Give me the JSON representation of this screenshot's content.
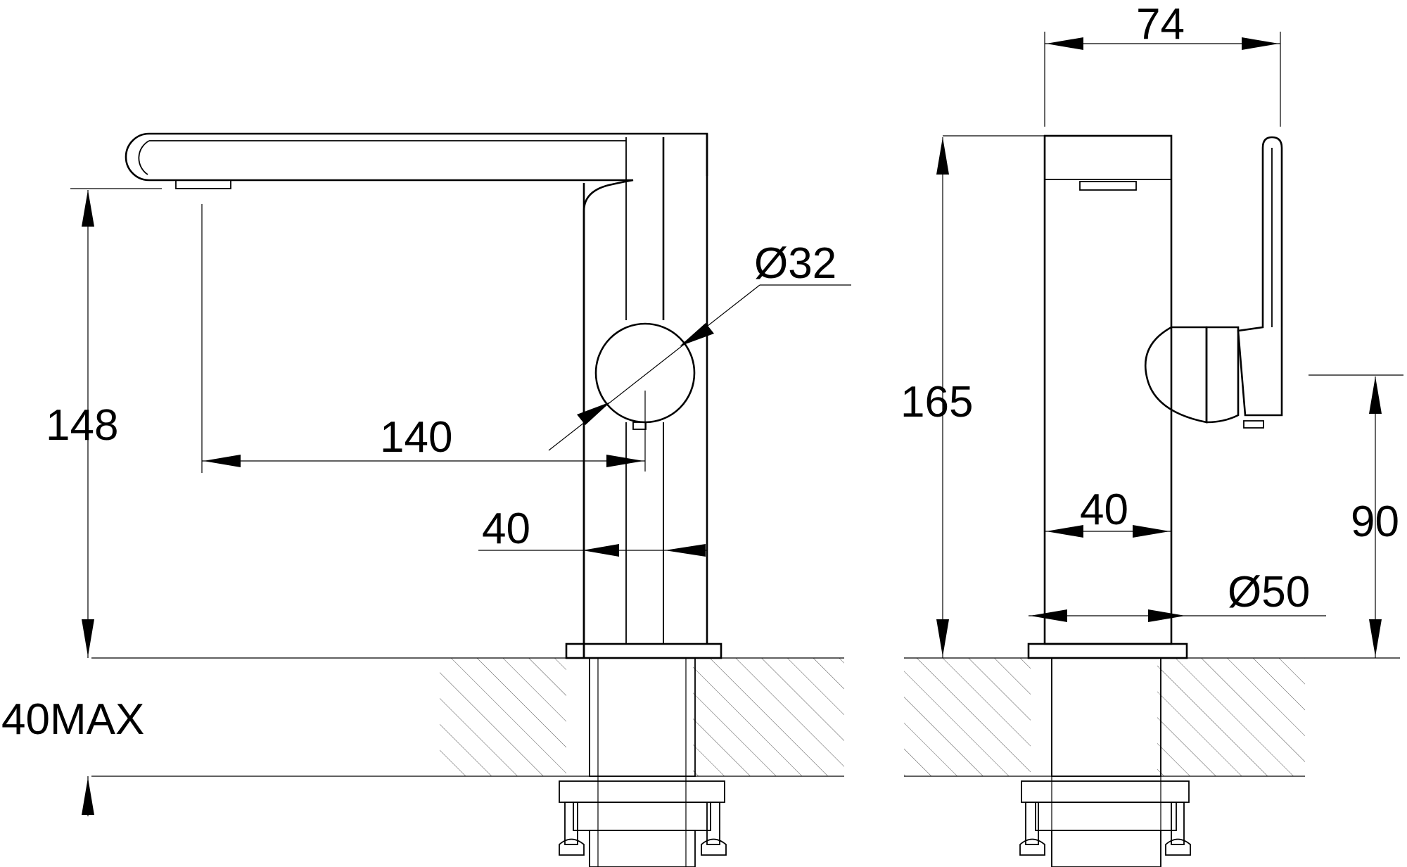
{
  "drawing": {
    "front_view": {
      "height_spout": "148",
      "reach": "140",
      "body_width": "40",
      "lever_diameter": "Ø32",
      "deck_thickness": "40MAX"
    },
    "side_view": {
      "width": "74",
      "total_height": "165",
      "body_width": "40",
      "base_diameter": "Ø50",
      "lever_height": "90"
    }
  }
}
